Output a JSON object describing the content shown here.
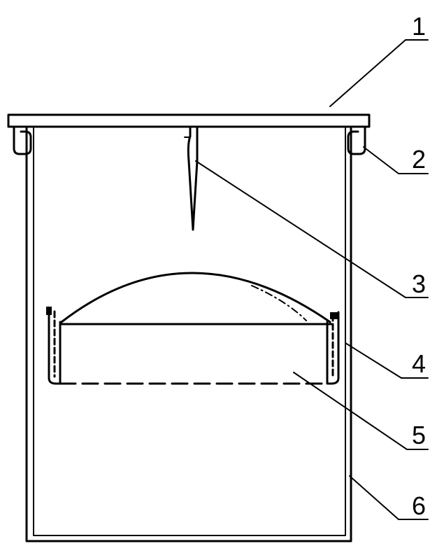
{
  "diagram": {
    "labels": [
      {
        "id": "part-1",
        "text": "1"
      },
      {
        "id": "part-2",
        "text": "2"
      },
      {
        "id": "part-3",
        "text": "3"
      },
      {
        "id": "part-4",
        "text": "4"
      },
      {
        "id": "part-5",
        "text": "5"
      },
      {
        "id": "part-6",
        "text": "6"
      }
    ]
  }
}
